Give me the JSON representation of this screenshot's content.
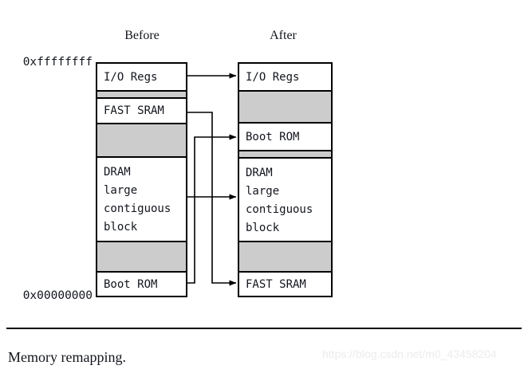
{
  "figure": {
    "caption": "Memory remapping.",
    "watermark": "https://blog.csdn.net/m0_43458204",
    "colors": {
      "ink": "#12151c",
      "line": "#000000",
      "reserved_gray": "#cccccc",
      "page_background": "#ffffff",
      "watermark": "#ececec"
    }
  },
  "headings": {
    "before": "Before",
    "after": "After"
  },
  "address_labels": {
    "top": "0xffffffff",
    "bottom": "0x00000000"
  },
  "columns": [
    {
      "id": "before",
      "heading": "Before",
      "bands": [
        {
          "id": "before-io-regs",
          "label": "I/O Regs",
          "fill": "white",
          "multiline": false
        },
        {
          "id": "before-gap-1",
          "label": "",
          "fill": "gray",
          "multiline": false
        },
        {
          "id": "before-fast-sram",
          "label": "FAST SRAM",
          "fill": "white",
          "multiline": false
        },
        {
          "id": "before-gap-2",
          "label": "",
          "fill": "gray",
          "multiline": false
        },
        {
          "id": "before-dram",
          "label": "DRAM\nlarge\ncontiguous\nblock",
          "fill": "white",
          "multiline": true
        },
        {
          "id": "before-gap-3",
          "label": "",
          "fill": "gray",
          "multiline": false
        },
        {
          "id": "before-boot-rom",
          "label": "Boot ROM",
          "fill": "white",
          "multiline": false
        }
      ]
    },
    {
      "id": "after",
      "heading": "After",
      "bands": [
        {
          "id": "after-io-regs",
          "label": "I/O Regs",
          "fill": "white",
          "multiline": false
        },
        {
          "id": "after-gap-1",
          "label": "",
          "fill": "gray",
          "multiline": false
        },
        {
          "id": "after-boot-rom",
          "label": "Boot ROM",
          "fill": "white",
          "multiline": false
        },
        {
          "id": "after-gap-2",
          "label": "",
          "fill": "gray",
          "multiline": false
        },
        {
          "id": "after-dram",
          "label": "DRAM\nlarge\ncontiguous\nblock",
          "fill": "white",
          "multiline": true
        },
        {
          "id": "after-gap-3",
          "label": "",
          "fill": "gray",
          "multiline": false
        },
        {
          "id": "after-fast-sram",
          "label": "FAST SRAM",
          "fill": "white",
          "multiline": false
        }
      ]
    }
  ],
  "mappings": [
    {
      "id": "map-io-regs",
      "from": "I/O Regs",
      "to": "I/O Regs"
    },
    {
      "id": "map-fast-sram",
      "from": "FAST SRAM",
      "to": "FAST SRAM"
    },
    {
      "id": "map-dram",
      "from": "DRAM",
      "to": "DRAM"
    },
    {
      "id": "map-boot-rom",
      "from": "Boot ROM",
      "to": "Boot ROM"
    }
  ]
}
